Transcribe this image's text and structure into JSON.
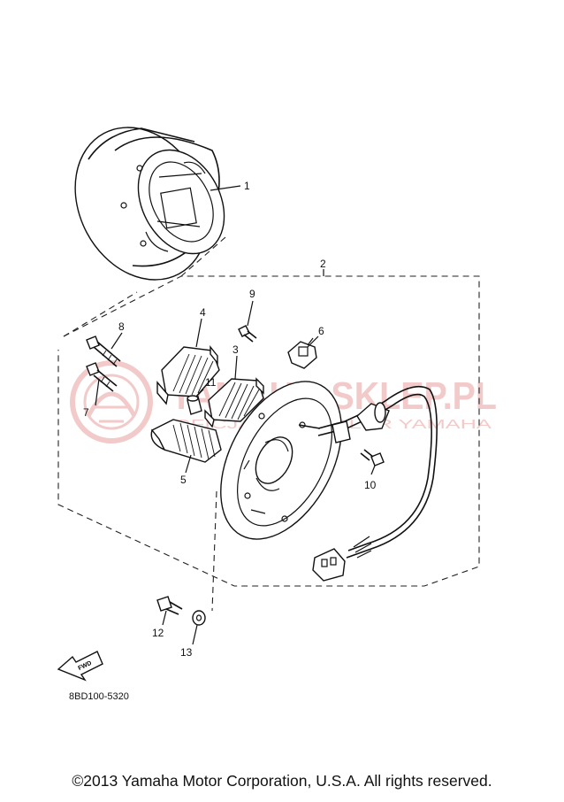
{
  "diagram_code": "8BD100-5320",
  "copyright": "©2013 Yamaha Motor Corporation, U.S.A. All rights reserved.",
  "watermark": {
    "brand": "YAMAHA-SKLEP.PL",
    "tagline": "OFICJALNY DEALER YAMAHA",
    "color": "#e8a0a0"
  },
  "fwd_label": "FWD",
  "callouts": [
    "1",
    "2",
    "3",
    "4",
    "5",
    "6",
    "7",
    "8",
    "9",
    "10",
    "11",
    "12",
    "13"
  ],
  "icons": [
    "flywheel-rotor-icon",
    "stator-plate-icon",
    "coil-icon",
    "bolt-icon",
    "screw-icon",
    "clamp-icon",
    "collar-icon",
    "washer-icon",
    "connector-icon",
    "fwd-arrow-icon",
    "watermark-logo-icon"
  ]
}
